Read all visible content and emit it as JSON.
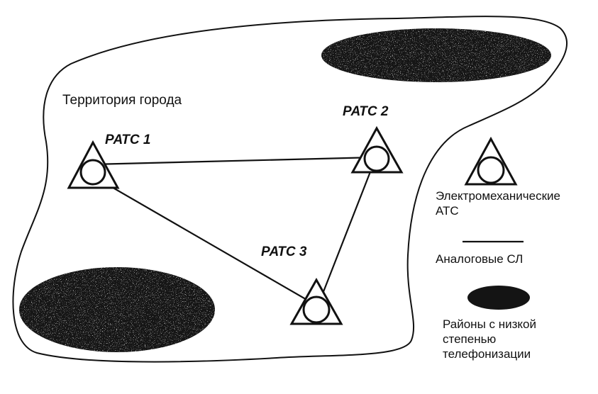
{
  "diagram": {
    "territory_label": "Территория города",
    "stations": [
      {
        "id": "ratc1",
        "label": "РАТС 1"
      },
      {
        "id": "ratc2",
        "label": "РАТС 2"
      },
      {
        "id": "ratc3",
        "label": "РАТС 3"
      }
    ],
    "links": [
      {
        "from": "ratc1",
        "to": "ratc2"
      },
      {
        "from": "ratc2",
        "to": "ratc3"
      },
      {
        "from": "ratc1",
        "to": "ratc3"
      }
    ],
    "low_density_areas": 2
  },
  "legend": {
    "electromechanical_line1": "Электромеханические",
    "electromechanical_line2": "АТС",
    "analog_links": "Аналоговые СЛ",
    "low_density_line1": "Районы с низкой",
    "low_density_line2": "степенью",
    "low_density_line3": "телефонизации"
  },
  "colors": {
    "ink": "#111111",
    "area_fill": "#141414",
    "background": "#ffffff"
  }
}
